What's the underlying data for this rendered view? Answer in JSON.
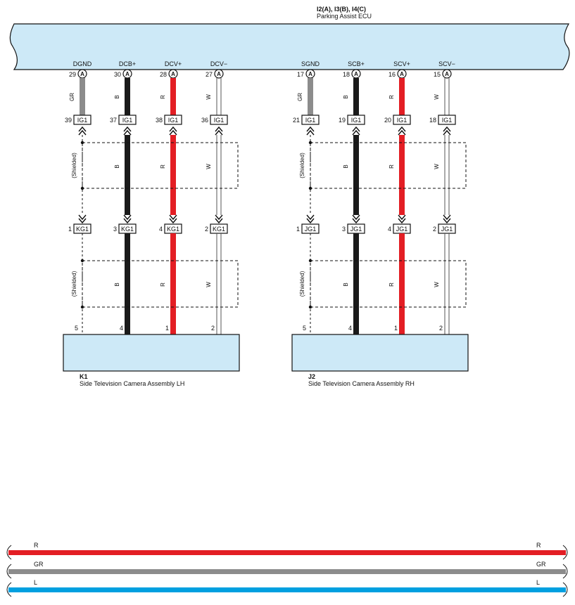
{
  "ecu": {
    "ref": "I2(A), I3(B), I4(C)",
    "name": "Parking Assist ECU",
    "fill": "#cde9f7"
  },
  "colors": {
    "R": "#e31e24",
    "B": "#1a1a1a",
    "GR": "#8c8c8c",
    "W": "#ffffff",
    "L": "#00a0e0"
  },
  "ecu_connector_letter": "A",
  "groups": [
    {
      "id": "lh",
      "inline_top": "IG1",
      "inline_bottom": "KG1",
      "shielded_label": "(Shielded)",
      "device": {
        "ref": "K1",
        "name": "Side Television Camera Assembly LH"
      },
      "wires": [
        {
          "signal": "DGND",
          "ecu_pin": "29",
          "color": "GR",
          "top_pin": "39",
          "mid_pin": "1",
          "dev_pin": "5",
          "shield": true
        },
        {
          "signal": "DCB+",
          "ecu_pin": "30",
          "color": "B",
          "top_pin": "37",
          "mid_pin": "3",
          "dev_pin": "4"
        },
        {
          "signal": "DCV+",
          "ecu_pin": "28",
          "color": "R",
          "top_pin": "38",
          "mid_pin": "4",
          "dev_pin": "1"
        },
        {
          "signal": "DCV−",
          "ecu_pin": "27",
          "color": "W",
          "top_pin": "36",
          "mid_pin": "2",
          "dev_pin": "2"
        }
      ]
    },
    {
      "id": "rh",
      "inline_top": "IG1",
      "inline_bottom": "JG1",
      "shielded_label": "(Shielded)",
      "device": {
        "ref": "J2",
        "name": "Side Television Camera Assembly RH"
      },
      "wires": [
        {
          "signal": "SGND",
          "ecu_pin": "17",
          "color": "GR",
          "top_pin": "21",
          "mid_pin": "1",
          "dev_pin": "5",
          "shield": true
        },
        {
          "signal": "SCB+",
          "ecu_pin": "18",
          "color": "B",
          "top_pin": "19",
          "mid_pin": "3",
          "dev_pin": "4"
        },
        {
          "signal": "SCV+",
          "ecu_pin": "16",
          "color": "R",
          "top_pin": "20",
          "mid_pin": "4",
          "dev_pin": "1"
        },
        {
          "signal": "SCV−",
          "ecu_pin": "15",
          "color": "W",
          "top_pin": "18",
          "mid_pin": "2",
          "dev_pin": "2"
        }
      ]
    }
  ],
  "legend": [
    {
      "code": "R",
      "color": "R"
    },
    {
      "code": "GR",
      "color": "GR"
    },
    {
      "code": "L",
      "color": "L"
    }
  ]
}
